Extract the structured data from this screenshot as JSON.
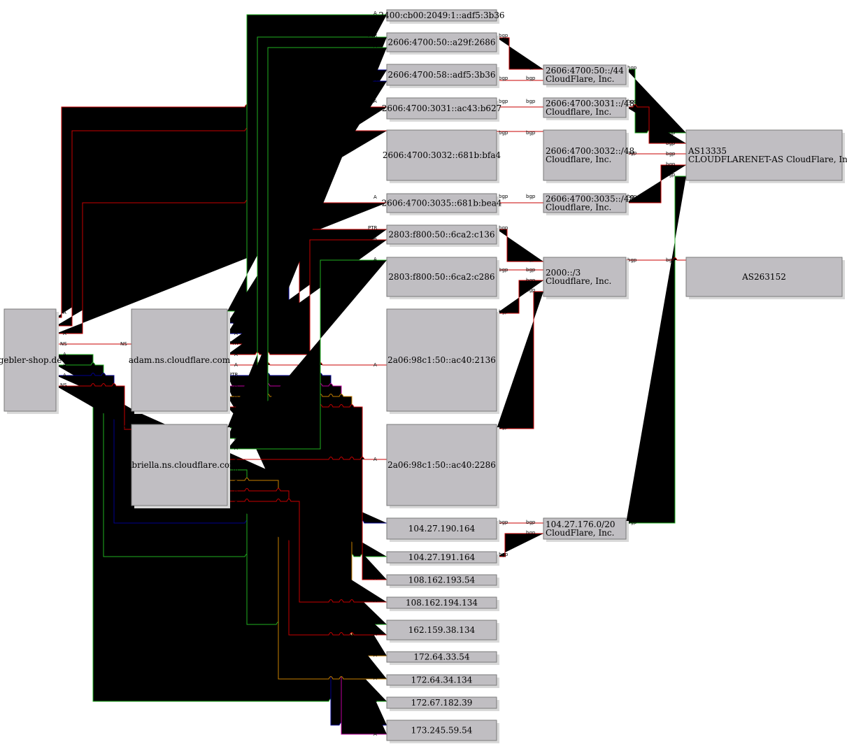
{
  "colors": {
    "red": "#c80000",
    "green": "#20b020",
    "blue": "#000090",
    "magenta": "#c000a0",
    "orange": "#c88000",
    "node_fill": "#c0bec2"
  },
  "labels": {
    "a": "A",
    "ns": "NS",
    "ptr": "PTR",
    "bgp": "bgp"
  },
  "nodes": {
    "gebler": [
      "gebler-shop.de"
    ],
    "adam": [
      "adam.ns.cloudflare.com"
    ],
    "gabriella": [
      "gabriella.ns.cloudflare.com"
    ],
    "ip_2400": [
      "2400:cb00:2049:1::adf5:3b36"
    ],
    "ip_a29f": [
      "2606:4700:50::a29f:2686"
    ],
    "ip_adf5": [
      "2606:4700:58::adf5:3b36"
    ],
    "ip_3031": [
      "2606:4700:3031::ac43:b627"
    ],
    "ip_3032": [
      "2606:4700:3032::681b:bfa4"
    ],
    "ip_3035": [
      "2606:4700:3035::681b:bea4"
    ],
    "ip_c136": [
      "2803:f800:50::6ca2:c136"
    ],
    "ip_c286": [
      "2803:f800:50::6ca2:c286"
    ],
    "ip_2136": [
      "2a06:98c1:50::ac40:2136"
    ],
    "ip_2286": [
      "2a06:98c1:50::ac40:2286"
    ],
    "ip_190": [
      "104.27.190.164"
    ],
    "ip_191": [
      "104.27.191.164"
    ],
    "ip_193": [
      "108.162.193.54"
    ],
    "ip_194": [
      "108.162.194.134"
    ],
    "ip_162": [
      "162.159.38.134"
    ],
    "ip_33": [
      "172.64.33.54"
    ],
    "ip_34": [
      "172.64.34.134"
    ],
    "ip_182": [
      "172.67.182.39"
    ],
    "ip_173": [
      "173.245.59.54"
    ],
    "pfx_44": [
      "2606:4700:50::/44",
      "CloudFlare, Inc."
    ],
    "pfx_3031": [
      "2606:4700:3031::/48",
      "Cloudflare, Inc."
    ],
    "pfx_3032": [
      "2606:4700:3032::/48",
      "Cloudflare, Inc."
    ],
    "pfx_3035": [
      "2606:4700:3035::/48",
      "Cloudflare, Inc."
    ],
    "pfx_2000": [
      "2000::/3",
      "Cloudflare, Inc."
    ],
    "pfx_104": [
      "104.27.176.0/20",
      "CloudFlare, Inc."
    ],
    "as13335": [
      "AS13335",
      "CLOUDFLARENET-AS CloudFlare, Inc."
    ],
    "as263152": [
      "AS263152"
    ]
  }
}
